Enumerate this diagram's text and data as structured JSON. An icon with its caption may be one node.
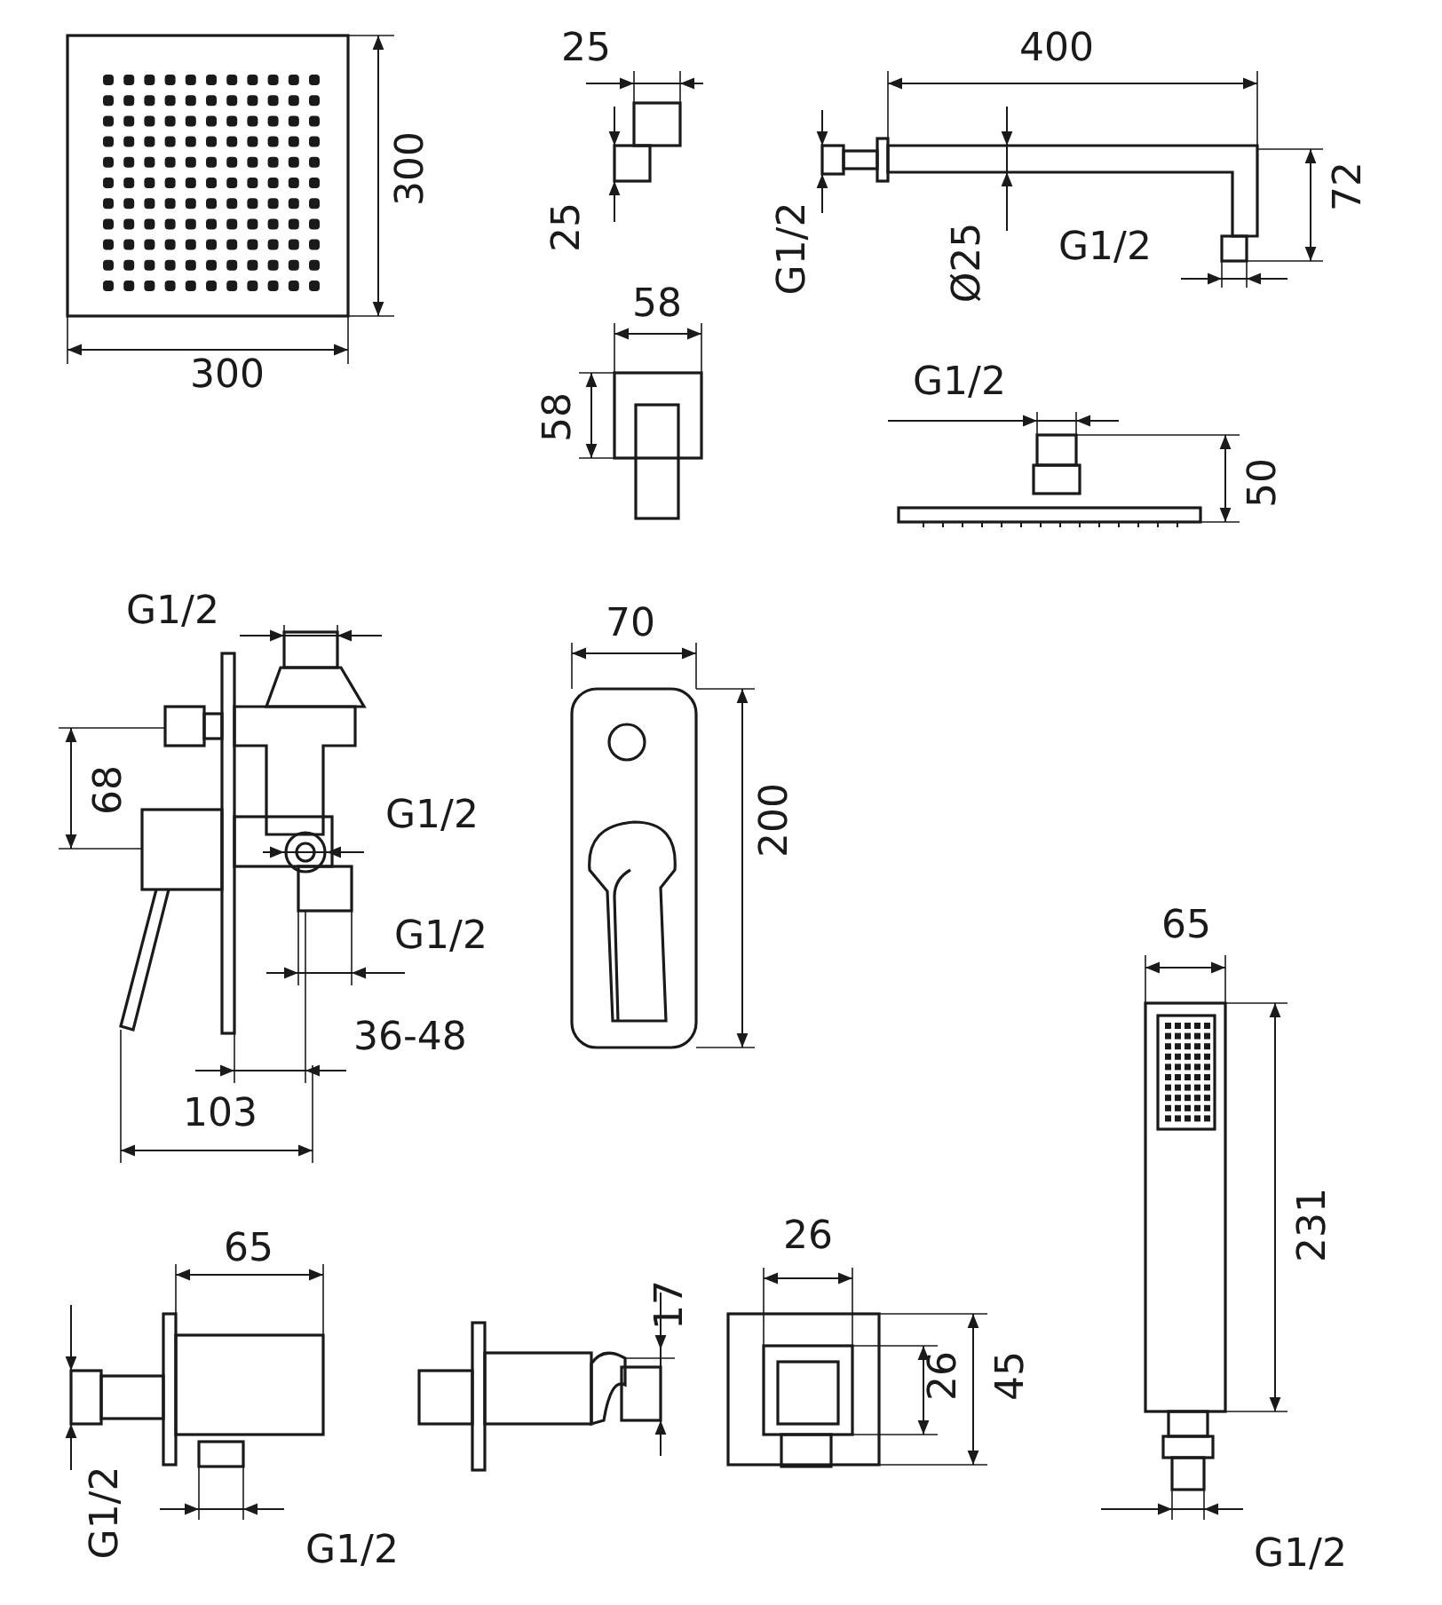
{
  "diagram": {
    "labels": [
      "25",
      "400",
      "300",
      "72",
      "25",
      "G1/2",
      "Ø25",
      "G1/2",
      "300",
      "58",
      "58",
      "G1/2",
      "50",
      "G1/2",
      "70",
      "68",
      "200",
      "G1/2",
      "G1/2",
      "36-48",
      "103",
      "65",
      "231",
      "65",
      "26",
      "17",
      "26",
      "45",
      "G1/2",
      "G1/2",
      "G1/2"
    ]
  }
}
